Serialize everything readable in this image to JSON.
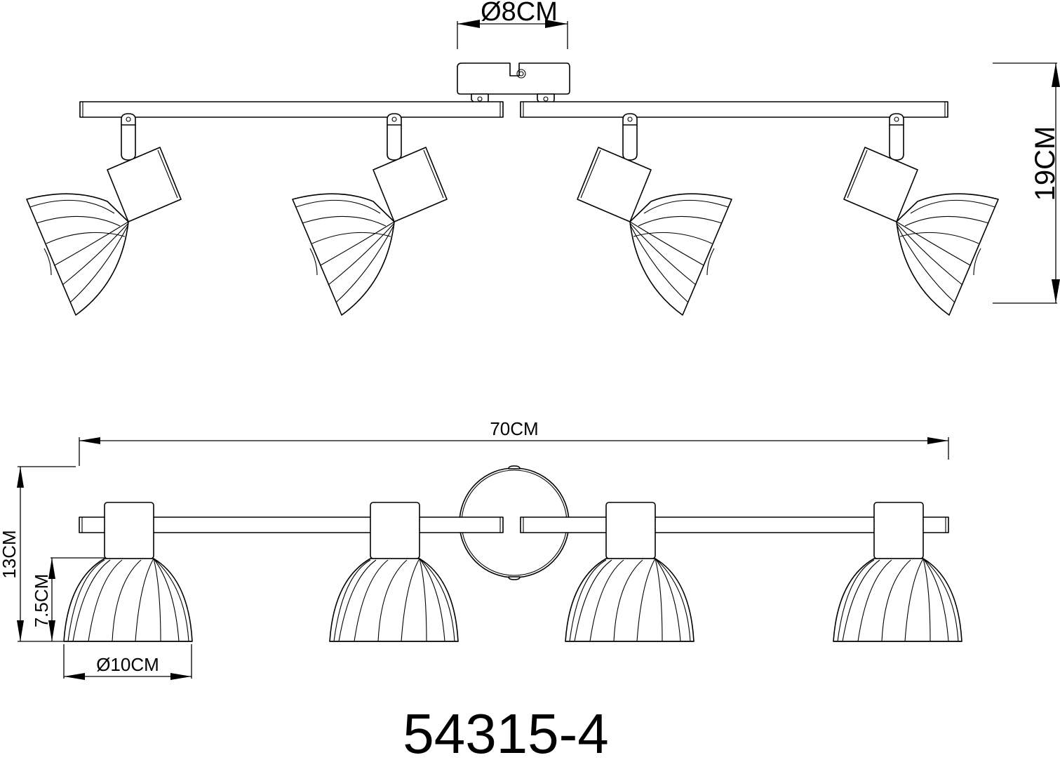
{
  "drawing": {
    "model_number": "54315-4",
    "views": [
      "top-view",
      "front-view"
    ],
    "spotlight_count": 4
  },
  "dimensions": {
    "canopy_diameter": "Ø8CM",
    "total_height_top_view": "19CM",
    "total_length": "70CM",
    "total_height_front_view": "13CM",
    "shade_height": "7.5CM",
    "shade_diameter": "Ø10CM"
  },
  "colors": {
    "line": "#000000",
    "background": "#ffffff"
  }
}
